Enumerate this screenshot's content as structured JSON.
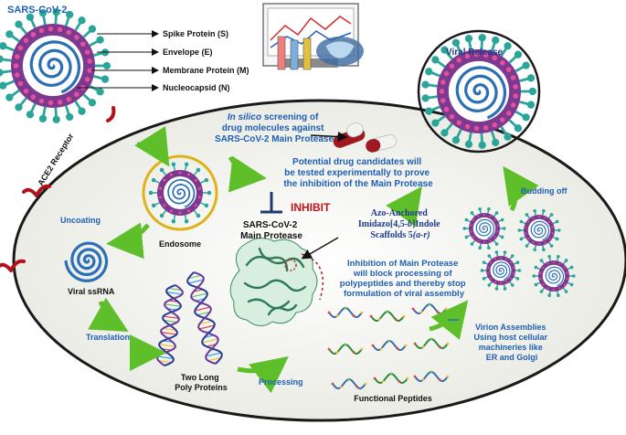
{
  "colors": {
    "cell_fill": "#eef0e8",
    "cell_border": "#1a1a1a",
    "arrow_green": "#5fbf2a",
    "label_blue": "#1f5fb4",
    "inhibit_red": "#c0141a",
    "receptor_red": "#b3121a",
    "virus_purple": "#7b3a8f",
    "virus_spike_teal": "#2aa59a",
    "virus_membrane_pink": "#e6509b",
    "virus_capsid_blue": "#2b6fb5"
  },
  "virus": {
    "title": "SARS-CoV-2",
    "legend": [
      "Spike Protein (S)",
      "Envelope (E)",
      "Membrane Protein (M)",
      "Nucleocapsid (N)"
    ]
  },
  "stages": {
    "ace2_receptor": "ACE2 Receptor",
    "endosome": "Endosome",
    "uncoating": "Uncoating",
    "viral_rna": "Viral ssRNA",
    "translation": "Translation",
    "polyproteins": [
      "Two Long",
      "Poly Proteins"
    ],
    "processing": "Processing",
    "functional_peptides": "Functional Peptides",
    "virion_assembly": [
      "Virion Assemblies",
      "Using host cellular",
      "machineries like",
      "ER and Golgi"
    ],
    "budding_off": "Budding off",
    "viral_release": "Viral Release"
  },
  "screening": {
    "lines": [
      {
        "italic": "In silico",
        "rest": " screening of"
      },
      {
        "italic": "",
        "rest": "drug molecules against"
      },
      {
        "italic": "",
        "rest": "SARS-CoV-2 Main Protease"
      }
    ]
  },
  "candidates": [
    "Potential drug candidates will",
    "be tested experimentally to prove",
    "the inhibition of the Main Protease"
  ],
  "inhibit": "INHIBIT",
  "protease": [
    "SARS-CoV-2",
    "Main Protease"
  ],
  "scaffold": {
    "line1": "Azo-Anchored",
    "line2_pre": "Imidazo[4,5-",
    "line2_ital": "b",
    "line2_post": "]Indole",
    "line3_pre": "Scaffolds 5",
    "line3_ital": "(a-r)"
  },
  "inhibition_note": [
    "Inhibition of Main Protease",
    "will block processing of",
    "polypeptides and thereby stop",
    "formulation of viral assembly"
  ]
}
